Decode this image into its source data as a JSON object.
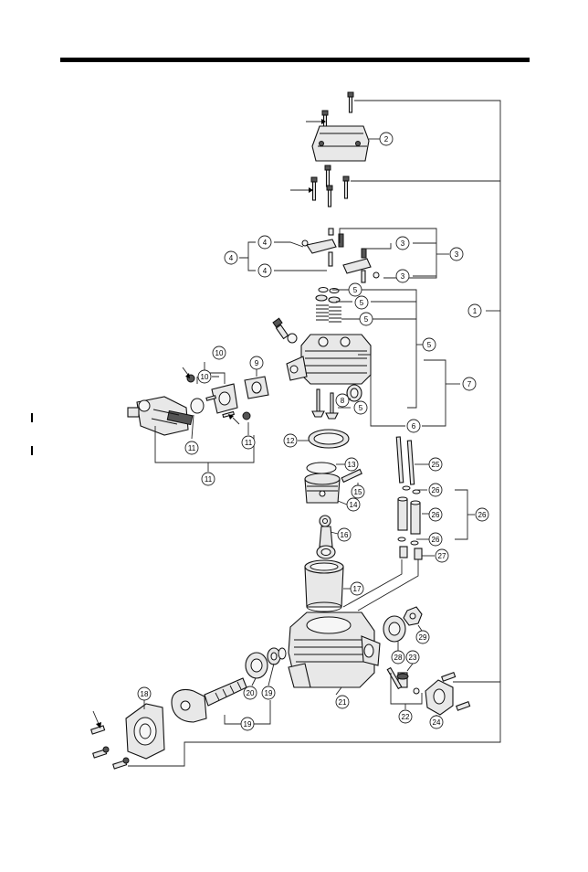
{
  "callouts": [
    {
      "id": "c1",
      "label": "1"
    },
    {
      "id": "c2",
      "label": "2"
    },
    {
      "id": "c3a",
      "label": "3"
    },
    {
      "id": "c3b",
      "label": "3"
    },
    {
      "id": "c3c",
      "label": "3"
    },
    {
      "id": "c4a",
      "label": "4"
    },
    {
      "id": "c4b",
      "label": "4"
    },
    {
      "id": "c4c",
      "label": "4"
    },
    {
      "id": "c5a",
      "label": "5"
    },
    {
      "id": "c5b",
      "label": "5"
    },
    {
      "id": "c5c",
      "label": "5"
    },
    {
      "id": "c5d",
      "label": "5"
    },
    {
      "id": "c5e",
      "label": "5"
    },
    {
      "id": "c6",
      "label": "6"
    },
    {
      "id": "c7",
      "label": "7"
    },
    {
      "id": "c8",
      "label": "8"
    },
    {
      "id": "c9",
      "label": "9"
    },
    {
      "id": "c10a",
      "label": "10"
    },
    {
      "id": "c10b",
      "label": "10"
    },
    {
      "id": "c11a",
      "label": "11"
    },
    {
      "id": "c11b",
      "label": "11"
    },
    {
      "id": "c11c",
      "label": "11"
    },
    {
      "id": "c12",
      "label": "12"
    },
    {
      "id": "c13",
      "label": "13"
    },
    {
      "id": "c14",
      "label": "14"
    },
    {
      "id": "c15",
      "label": "15"
    },
    {
      "id": "c16",
      "label": "16"
    },
    {
      "id": "c17",
      "label": "17"
    },
    {
      "id": "c18",
      "label": "18"
    },
    {
      "id": "c19a",
      "label": "19"
    },
    {
      "id": "c19b",
      "label": "19"
    },
    {
      "id": "c20",
      "label": "20"
    },
    {
      "id": "c21",
      "label": "21"
    },
    {
      "id": "c22",
      "label": "22"
    },
    {
      "id": "c23",
      "label": "23"
    },
    {
      "id": "c24",
      "label": "24"
    },
    {
      "id": "c25",
      "label": "25"
    },
    {
      "id": "c26a",
      "label": "26"
    },
    {
      "id": "c26b",
      "label": "26"
    },
    {
      "id": "c26c",
      "label": "26"
    },
    {
      "id": "c26d",
      "label": "26"
    },
    {
      "id": "c27",
      "label": "27"
    },
    {
      "id": "c28",
      "label": "28"
    },
    {
      "id": "c29",
      "label": "29"
    }
  ]
}
